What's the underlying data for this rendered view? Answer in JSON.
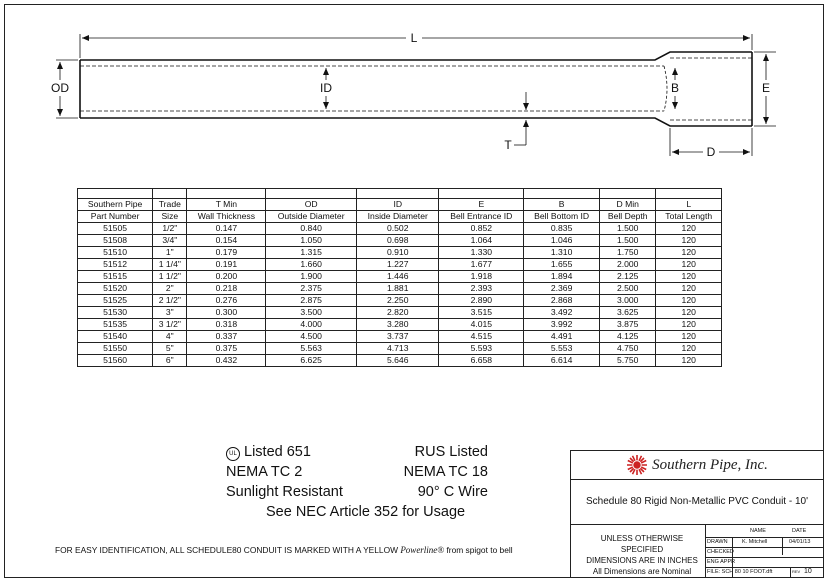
{
  "drawing": {
    "labels": {
      "length": "L",
      "outside_diameter": "OD",
      "inside_diameter": "ID",
      "wall_thickness": "T",
      "bell_bottom_id": "B",
      "bell_entrance_id": "E",
      "bell_depth": "D"
    }
  },
  "table": {
    "header1": [
      "Southern Pipe",
      "Trade",
      "T Min",
      "OD",
      "ID",
      "E",
      "B",
      "D Min",
      "L"
    ],
    "header2": [
      "Part Number",
      "Size",
      "Wall Thickness",
      "Outside Diameter",
      "Inside Diameter",
      "Bell Entrance ID",
      "Bell Bottom ID",
      "Bell Depth",
      "Total Length"
    ],
    "rows": [
      [
        "51505",
        "1/2\"",
        "0.147",
        "0.840",
        "0.502",
        "0.852",
        "0.835",
        "1.500",
        "120"
      ],
      [
        "51508",
        "3/4\"",
        "0.154",
        "1.050",
        "0.698",
        "1.064",
        "1.046",
        "1.500",
        "120"
      ],
      [
        "51510",
        "1\"",
        "0.179",
        "1.315",
        "0.910",
        "1.330",
        "1.310",
        "1.750",
        "120"
      ],
      [
        "51512",
        "1 1/4\"",
        "0.191",
        "1.660",
        "1.227",
        "1.677",
        "1.655",
        "2.000",
        "120"
      ],
      [
        "51515",
        "1 1/2\"",
        "0.200",
        "1.900",
        "1.446",
        "1.918",
        "1.894",
        "2.125",
        "120"
      ],
      [
        "51520",
        "2\"",
        "0.218",
        "2.375",
        "1.881",
        "2.393",
        "2.369",
        "2.500",
        "120"
      ],
      [
        "51525",
        "2 1/2\"",
        "0.276",
        "2.875",
        "2.250",
        "2.890",
        "2.868",
        "3.000",
        "120"
      ],
      [
        "51530",
        "3\"",
        "0.300",
        "3.500",
        "2.820",
        "3.515",
        "3.492",
        "3.625",
        "120"
      ],
      [
        "51535",
        "3 1/2\"",
        "0.318",
        "4.000",
        "3.280",
        "4.015",
        "3.992",
        "3.875",
        "120"
      ],
      [
        "51540",
        "4\"",
        "0.337",
        "4.500",
        "3.737",
        "4.515",
        "4.491",
        "4.125",
        "120"
      ],
      [
        "51550",
        "5\"",
        "0.375",
        "5.563",
        "4.713",
        "5.593",
        "5.553",
        "4.750",
        "120"
      ],
      [
        "51560",
        "6\"",
        "0.432",
        "6.625",
        "5.646",
        "6.658",
        "6.614",
        "5.750",
        "120"
      ]
    ]
  },
  "listings": {
    "ul_symbol": "UL",
    "left": [
      "Listed 651",
      "NEMA TC 2",
      "Sunlight Resistant"
    ],
    "right": [
      "RUS Listed",
      "NEMA TC 18",
      "90° C Wire"
    ],
    "nec": "See NEC Article 352 for Usage"
  },
  "footnote": {
    "text": "FOR EASY IDENTIFICATION, ALL SCHEDULE80  CONDUIT IS MARKED WITH A YELLOW",
    "brand": "Powerline®",
    "suffix": "from spigot to bell"
  },
  "title_block": {
    "company": "Southern Pipe, Inc.",
    "title": "Schedule 80 Rigid Non-Metallic PVC Conduit - 10'",
    "notes": [
      "UNLESS OTHERWISE SPECIFIED",
      "DIMENSIONS ARE IN INCHES",
      "All Dimensions are Nominal"
    ],
    "col_name": "NAME",
    "col_date": "DATE",
    "drawn_label": "DRAWN",
    "drawn_name": "K. Mitchell",
    "drawn_date": "04/01/13",
    "checked_label": "CHECKED",
    "eng_label": "ENG APPR",
    "file_label": "FILE: SCH 80 10 FOOT.dft",
    "rev_label": "REV",
    "rev_value": "10"
  },
  "colors": {
    "ink": "#111111",
    "logo_red": "#cc2222"
  }
}
